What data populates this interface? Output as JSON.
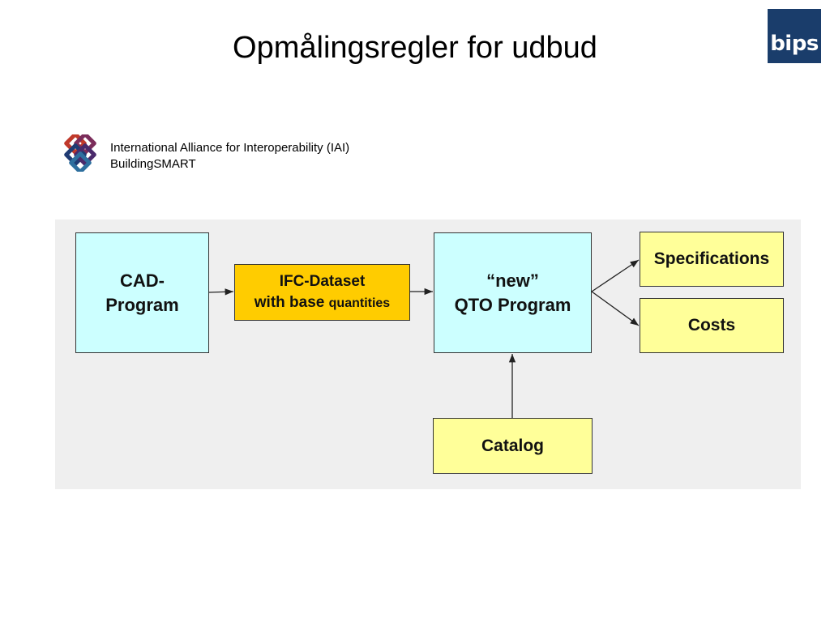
{
  "slide": {
    "title": "Opmålingsregler for udbud"
  },
  "logos": {
    "brand_text": "bips",
    "brand_color": "#1a3d6b",
    "iai_icon": "interlocking-rings-icon"
  },
  "organization": {
    "line1": "International Alliance for Interoperability (IAI)",
    "line2": "BuildingSMART"
  },
  "diagram": {
    "background": "#efefef",
    "nodes": {
      "cad": {
        "line1": "CAD-",
        "line2": "Program",
        "color": "#ccffff"
      },
      "ifc": {
        "line1": "IFC-Dataset",
        "line2a": "with base ",
        "line2b": "quantities",
        "color": "#ffcc00"
      },
      "qto": {
        "line1": "“new”",
        "line2": "QTO Program",
        "color": "#ccffff"
      },
      "specifications": {
        "label": "Specifications",
        "color": "#ffff99"
      },
      "costs": {
        "label": "Costs",
        "color": "#ffff99"
      },
      "catalog": {
        "label": "Catalog",
        "color": "#ffff99"
      }
    },
    "edges": [
      {
        "from": "cad",
        "to": "ifc"
      },
      {
        "from": "ifc",
        "to": "qto"
      },
      {
        "from": "qto",
        "to": "specifications"
      },
      {
        "from": "qto",
        "to": "costs"
      },
      {
        "from": "catalog",
        "to": "qto"
      }
    ]
  }
}
